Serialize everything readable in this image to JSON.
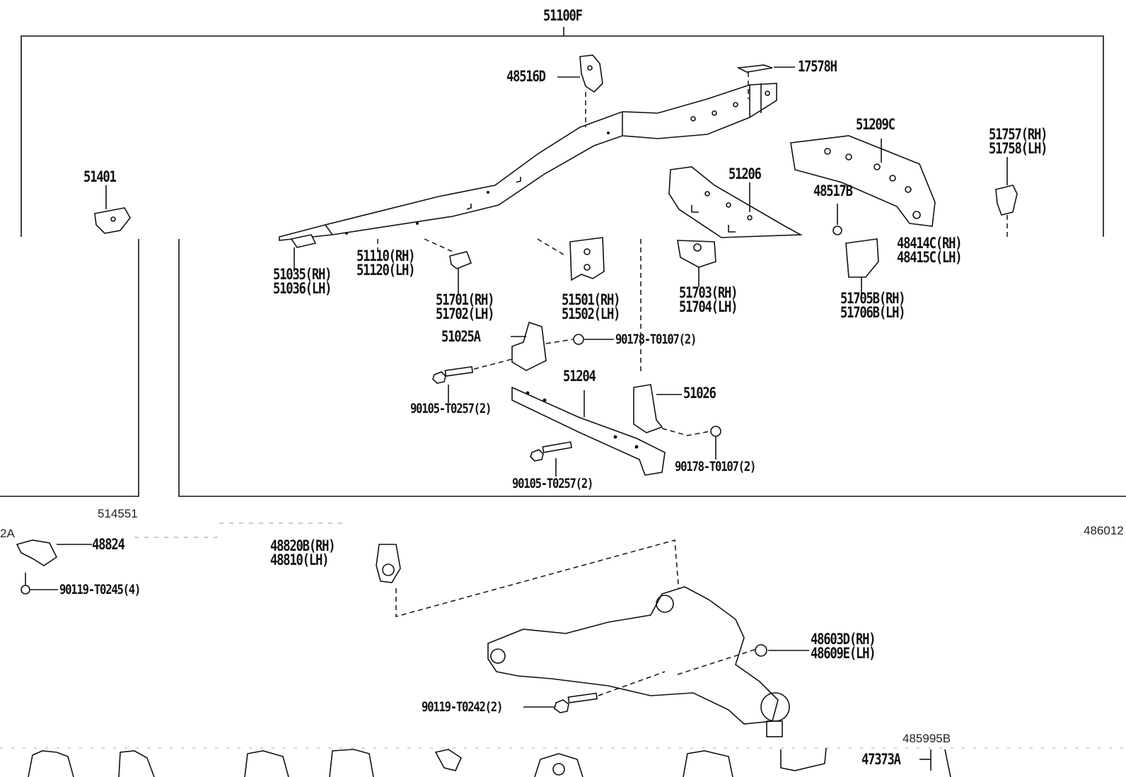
{
  "labels": {
    "frame_assy": "51100F",
    "bracket_48516": "48516D",
    "plate_17578": "17578H",
    "crossmember_51209": "51209C",
    "bracket_51757": "51757(RH)",
    "bracket_51758": "51758(LH)",
    "bracket_51401": "51401",
    "crossmember_51206": "51206",
    "bushing_48517": "48517B",
    "bracket_48414": "48414C(RH)",
    "bracket_48415": "48415C(LH)",
    "bracket_51035": "51035(RH)",
    "bracket_51036": "51036(LH)",
    "rail_51110": "51110(RH)",
    "rail_51120": "51120(LH)",
    "bracket_51701": "51701(RH)",
    "bracket_51702": "51702(LH)",
    "bracket_51501": "51501(RH)",
    "bracket_51502": "51502(LH)",
    "bracket_51703": "51703(RH)",
    "bracket_51704": "51704(LH)",
    "bracket_51705": "51705B(RH)",
    "bracket_51706": "51706B(LH)",
    "bracket_51025": "51025A",
    "nut_90178_a": "90178-T0107(2)",
    "crossmember_51204": "51204",
    "bracket_51026": "51026",
    "bolt_90105_a": "90105-T0257(2)",
    "nut_90178_b": "90178-T0107(2)",
    "bolt_90105_b": "90105-T0257(2)",
    "bracket_48824": "48824",
    "bolt_90119_a": "90119-T0245(4)",
    "link_48820": "48820B(RH)",
    "link_48810": "48810(LH)",
    "nut_48603": "48603D(RH)",
    "nut_48609": "48609E(LH)",
    "bolt_90119_b": "90119-T0242(2)",
    "bracket_47373": "47373A"
  },
  "codes": {
    "code_514551": "514551",
    "code_486012": "486012",
    "code_485995": "485995B",
    "code_left_partial": "2A"
  }
}
